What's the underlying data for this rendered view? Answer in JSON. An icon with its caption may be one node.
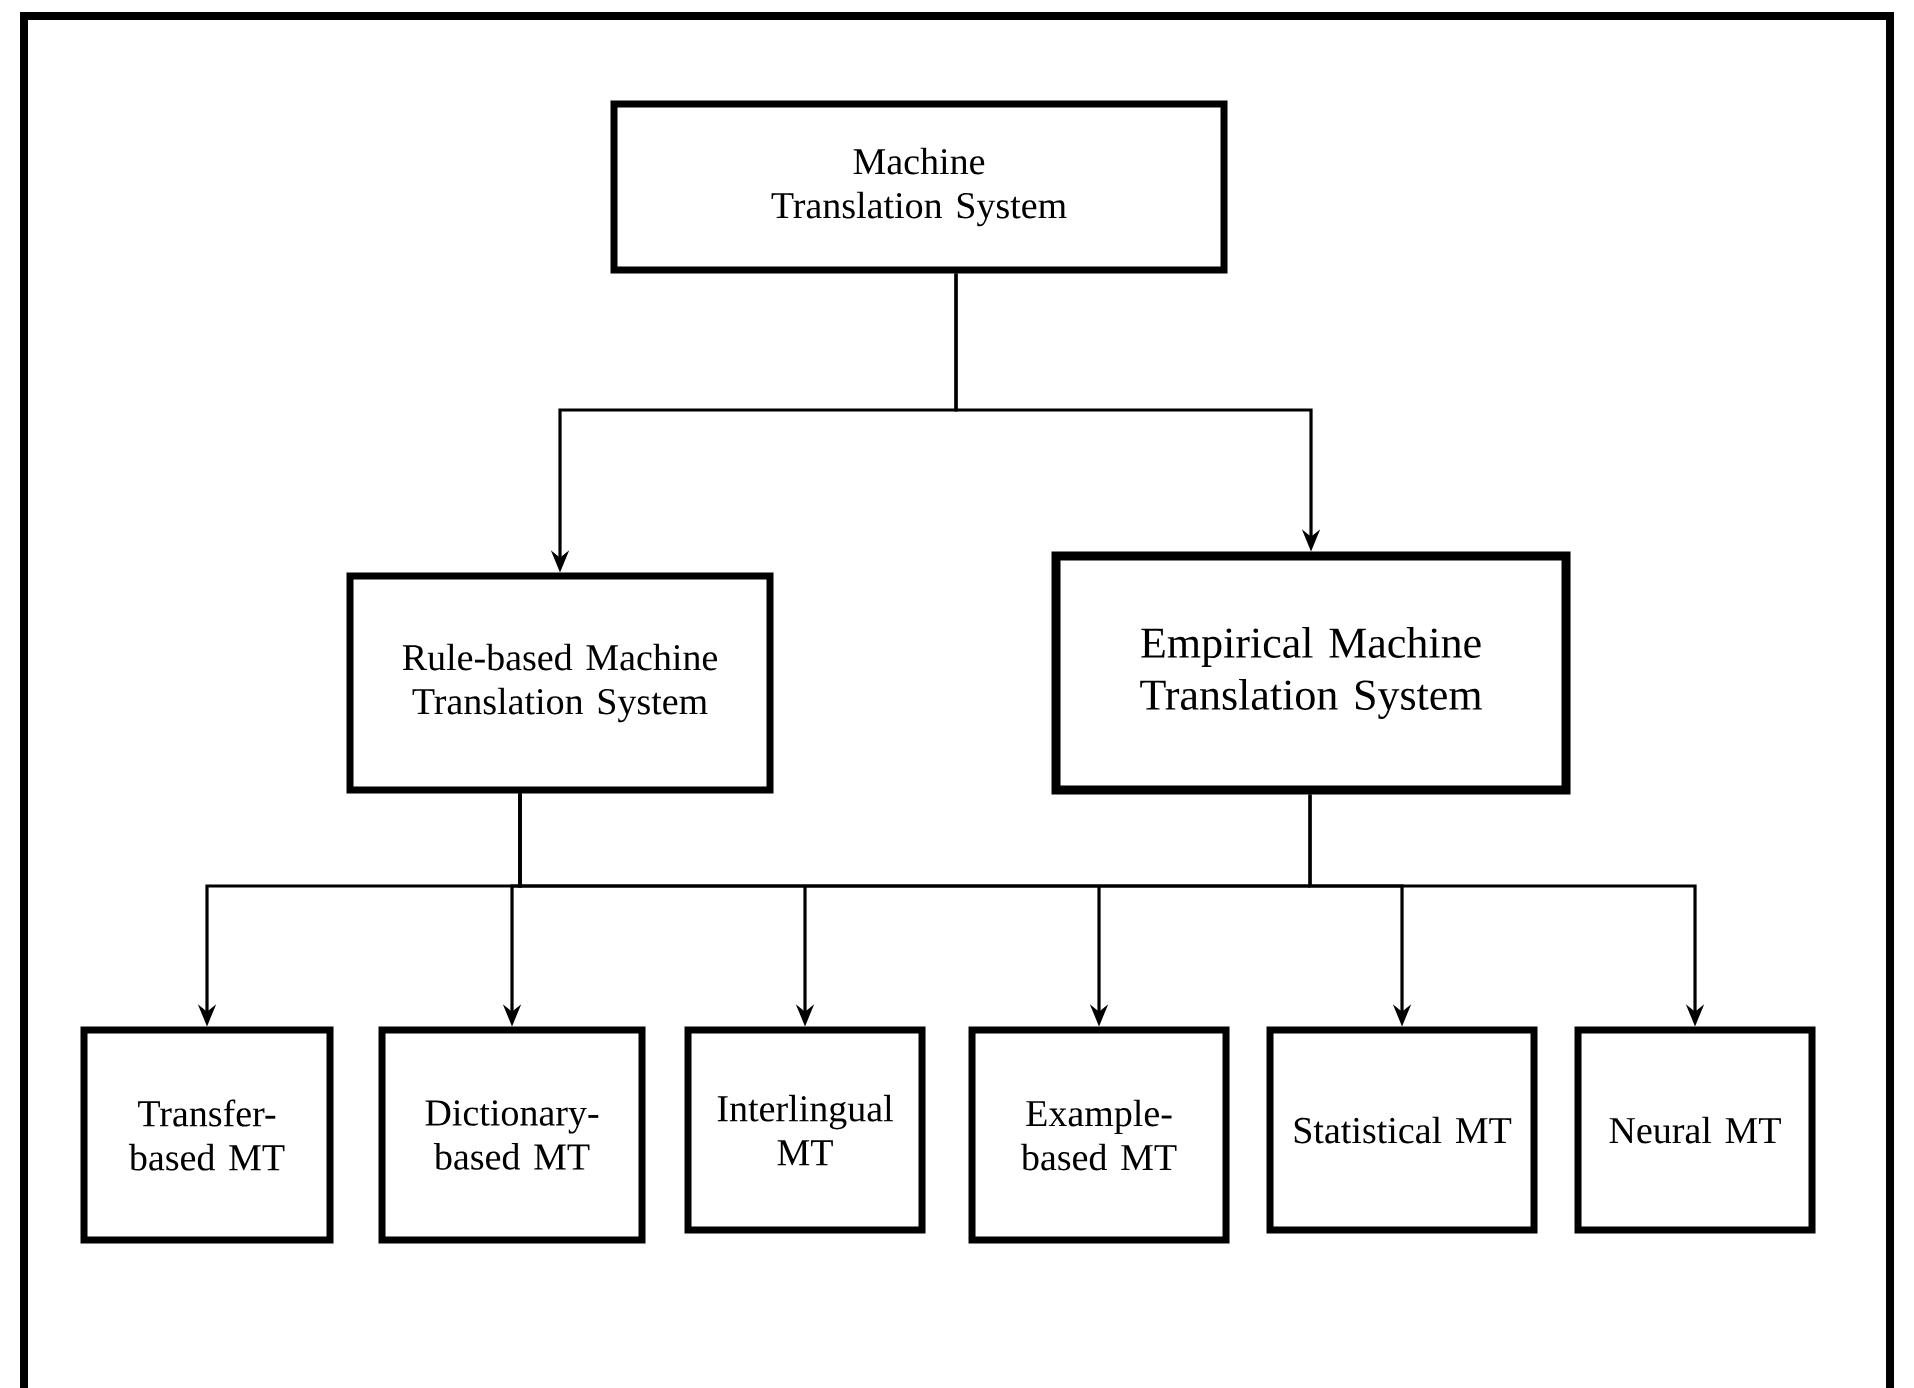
{
  "diagram": {
    "nodes": [
      {
        "text": [
          "Machine Translation System"
        ]
      },
      {
        "text": [
          "Rule-based Machine Translation System"
        ]
      },
      {
        "text": [
          "Empirical Machine Translation System"
        ]
      },
      {
        "text": [
          "Transfer-based MT"
        ]
      },
      {
        "text": [
          "Dictionary-based MT"
        ]
      },
      {
        "text": [
          "Interlingual MT"
        ]
      },
      {
        "text": [
          "Example-based MT"
        ]
      },
      {
        "text": [
          "Statistical MT"
        ]
      },
      {
        "text": [
          "Neural MT"
        ]
      }
    ],
    "edges": [
      {
        "from": 0,
        "to": 1,
        "arrow": "to"
      },
      {
        "from": 0,
        "to": 2,
        "arrow": "to"
      },
      {
        "from": 1,
        "to": 3,
        "arrow": "to"
      },
      {
        "from": 1,
        "to": 4,
        "arrow": "to"
      },
      {
        "from": 1,
        "to": 5,
        "arrow": "to"
      },
      {
        "from": 1,
        "to": 6,
        "arrow": "to"
      },
      {
        "from": 2,
        "to": 7,
        "arrow": "to"
      },
      {
        "from": 2,
        "to": 8,
        "arrow": "to"
      }
    ]
  }
}
